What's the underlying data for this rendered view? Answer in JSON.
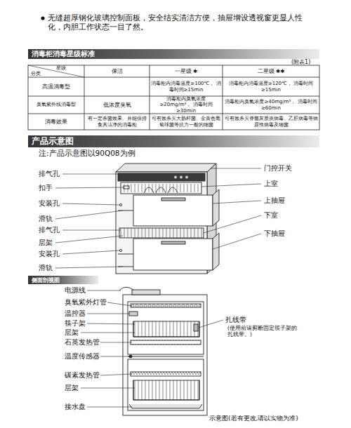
{
  "diagram": {
    "caption": "示意图(若有更改,请以实物为准)",
    "nodes": [
      {
        "text": [
          "消毒柜消毒星级标准"
        ]
      },
      {
        "text": [
          "产品示意图"
        ]
      },
      {
        "text": [
          "侧面剖视图"
        ]
      }
    ],
    "labels": [
      "无缝超厚钢化玻璃控制面板，安全结实清洁方便，抽屉增设透视窗更显人性化，内胆工作状态一目了然。",
      "(附表1)",
      "星级",
      "分类",
      "保洁",
      "一星级 ✱",
      "二星级 ✱✱",
      "高温消毒型",
      "消毒柜内消毒温度≥100℃， 消毒时间≥15min",
      "消毒柜内消毒温度≥120℃， 消毒时间≥15min",
      "臭氧紫外线消毒型",
      "低浓度臭氧",
      "消毒柜内臭氧浓度≥20mg/m³， 消毒时间≥30min",
      "消毒柜内臭氧浓度≥40mg/m³， 消毒时间≥60min",
      "消毒效果",
      "有一定杀菌效果、并能保持食具洁净的消毒柜",
      "可有效杀灭大肠杆菌、金黄色葡萄球菌等抗力一般的细菌",
      "可有效杀灭脊髓灰质炎病毒、乙肝病毒等病原性病毒及细菌",
      "注:产品示意图以90Q08为例",
      "排气孔",
      "扣手",
      "安装孔",
      "滑轨",
      "排气孔",
      "层架",
      "安装孔",
      "滑轨",
      "门控开关",
      "上室",
      "上抽屉",
      "下室",
      "下抽屉",
      "电源线",
      "臭氧紫外灯管",
      "温控器",
      "筷子架",
      "层架",
      "石英发热管",
      "温度传感器",
      "碳素发热管",
      "层架",
      "接水盘",
      "扎线带",
      "(使用前请剪断固定筷子架的扎线带。)"
    ]
  }
}
